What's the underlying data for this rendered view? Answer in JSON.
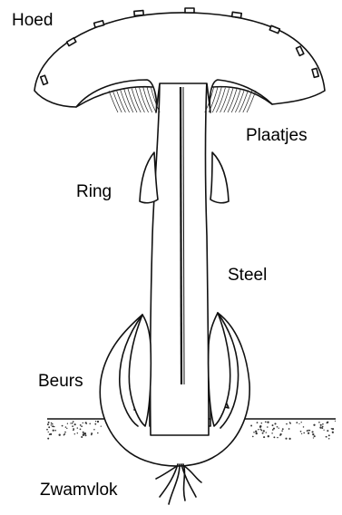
{
  "labels": {
    "hoed": "Hoed",
    "plaatjes": "Plaatjes",
    "ring": "Ring",
    "steel": "Steel",
    "beurs": "Beurs",
    "zwamvlok": "Zwamvlok"
  },
  "colors": {
    "ink": "#111111",
    "background": "#ffffff"
  }
}
